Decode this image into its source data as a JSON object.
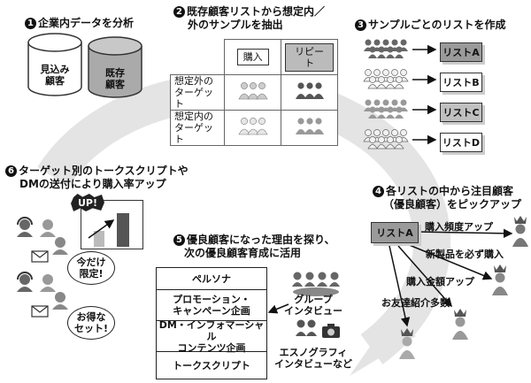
{
  "step1": {
    "num": "1",
    "title": "企業内データを分析",
    "db1_line1": "見込み",
    "db1_line2": "顧客",
    "db2_line1": "既存",
    "db2_line2": "顧客"
  },
  "step2": {
    "num": "2",
    "title_line1": "既存顧客リストから想定内／",
    "title_line2": "外のサンプルを抽出",
    "col_purchase": "購入",
    "col_repeat": "リピート",
    "row1_line1": "想定外の",
    "row1_line2": "ターゲット",
    "row2_line1": "想定内の",
    "row2_line2": "ターゲット"
  },
  "step3": {
    "num": "3",
    "title": "サンプルごとのリストを作成",
    "lists": [
      "リストA",
      "リストB",
      "リストC",
      "リストD"
    ]
  },
  "step4": {
    "num": "4",
    "title_line1": "各リストの中から注目顧客",
    "title_line2": "（優良顧客）をピックアップ",
    "list_label": "リストA",
    "branch1": "購入頻度アップ",
    "branch2": "新製品を必ず購入",
    "branch3": "購入金額アップ",
    "branch4": "お友達紹介多数"
  },
  "step5": {
    "num": "5",
    "title_line1": "優良顧客になった理由を探り、",
    "title_line2": "次の優良顧客育成に活用",
    "items": [
      [
        "ペルソナ"
      ],
      [
        "プロモーション・",
        "キャンペーン企画"
      ],
      [
        "DM・インフォマーシャル",
        "コンテンツ企画"
      ],
      [
        "トークスクリプト"
      ]
    ],
    "group_line1": "グループ",
    "group_line2": "インタビュー",
    "ethno_line1": "エスノグラフィ",
    "ethno_line2": "インタビューなど"
  },
  "step6": {
    "num": "6",
    "title_line1": "ターゲット別のトークスクリプトや",
    "title_line2": "DMの送付により購入率アップ",
    "badge": "UP!",
    "bubble1_line1": "今だけ",
    "bubble1_line2": "限定!",
    "bubble2_line1": "お得な",
    "bubble2_line2": "セット!"
  }
}
